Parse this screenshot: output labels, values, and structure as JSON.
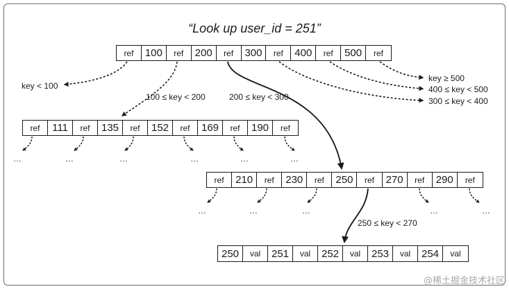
{
  "title": "“Look up user_id = 251”",
  "nodes": {
    "root": [
      "ref",
      "100",
      "ref",
      "200",
      "ref",
      "300",
      "ref",
      "400",
      "ref",
      "500",
      "ref"
    ],
    "left": [
      "ref",
      "111",
      "ref",
      "135",
      "ref",
      "152",
      "ref",
      "169",
      "ref",
      "190",
      "ref"
    ],
    "mid": [
      "ref",
      "210",
      "ref",
      "230",
      "ref",
      "250",
      "ref",
      "270",
      "ref",
      "290",
      "ref"
    ],
    "leaf": [
      "250",
      "val",
      "251",
      "val",
      "252",
      "val",
      "253",
      "val",
      "254",
      "val"
    ]
  },
  "labels": {
    "key_lt_100": "key < 100",
    "key_100_200": "100 ≤ key < 200",
    "key_200_300": "200 ≤ key < 300",
    "key_ge_500": "key ≥ 500",
    "key_400_500": "400 ≤ key < 500",
    "key_300_400": "300 ≤ key < 400",
    "key_250_270": "250 ≤ key < 270"
  },
  "ellipsis": "…",
  "watermark": "@稀土掘金技术社区"
}
